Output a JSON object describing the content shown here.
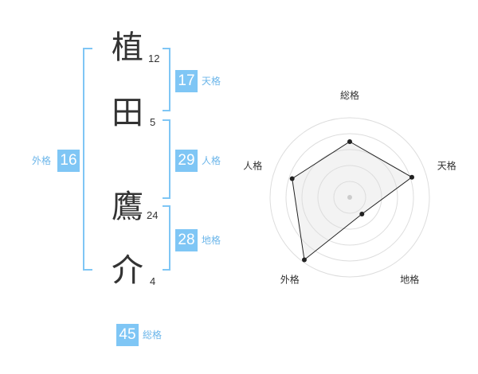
{
  "characters": [
    {
      "char": "植",
      "strokes": "12"
    },
    {
      "char": "田",
      "strokes": "5"
    },
    {
      "char": "鷹",
      "strokes": "24"
    },
    {
      "char": "介",
      "strokes": "4"
    }
  ],
  "kaku": {
    "tenkaku": {
      "value": "17",
      "label": "天格"
    },
    "jinkaku": {
      "value": "29",
      "label": "人格"
    },
    "chikaku": {
      "value": "28",
      "label": "地格"
    },
    "gaikaku": {
      "value": "16",
      "label": "外格"
    },
    "soukaku": {
      "value": "45",
      "label": "総格"
    }
  },
  "colors": {
    "accent": "#7fc6f5",
    "accent_text": "#6cb6ea",
    "text": "#333333"
  },
  "chart_data": {
    "type": "radar",
    "axes": [
      "総格",
      "天格",
      "地格",
      "外格",
      "人格"
    ],
    "values": [
      0.7,
      0.82,
      0.26,
      0.97,
      0.76
    ],
    "range": [
      0,
      1
    ],
    "rings": 5,
    "grid": true
  }
}
